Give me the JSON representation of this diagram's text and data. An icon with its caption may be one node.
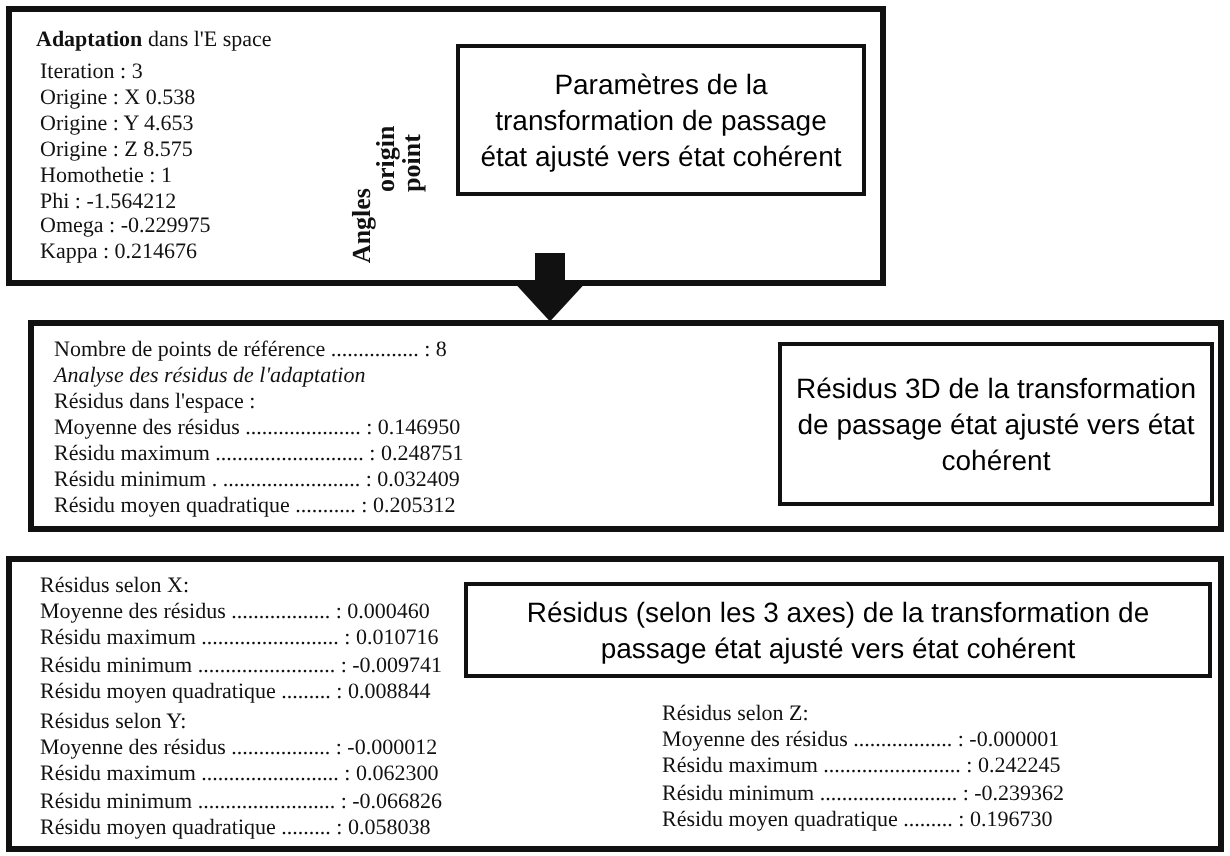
{
  "diagram": {
    "nodes": [
      {
        "text": [
          "**Adaptation** dans l'E space",
          "Iteration : 3",
          "Origine : X 0.538",
          "Origine : Y 4.653",
          "Origine : Z 8.575",
          "Homothetie : 1",
          "Phi : -1.564212",
          "Omega : -0.229975",
          "Kappa : 0.214676",
          "origin point",
          "Angles"
        ]
      },
      {
        "text": [
          "Paramètres de la transformation de passage état ajusté vers état cohérent"
        ],
        "in": 0
      },
      {
        "text": [
          "Nombre de points de référence ................ : 8",
          "*Analyse des résidus de l'adaptation*",
          "Résidus dans l'espace :",
          "Moyenne des résidus ..................... : 0.146950",
          "Résidu maximum ........................... : 0.248751",
          "Résidu minimum . ......................... : 0.032409",
          "Résidu moyen quadratique ........... : 0.205312"
        ]
      },
      {
        "text": [
          "Résidus 3D de la transformation de passage état ajusté vers état cohérent"
        ],
        "in": 2
      },
      {
        "text": [
          "Résidus selon X:",
          "Moyenne des résidus .................. : 0.000460",
          "Résidu maximum ......................... : 0.010716",
          "Résidu minimum ......................... : -0.009741",
          "Résidu moyen quadratique ......... : 0.008844",
          "Résidus selon Y:",
          "Moyenne des résidus .................. : -0.000012",
          "Résidu maximum ......................... : 0.062300",
          "Résidu minimum ......................... : -0.066826",
          "Résidu moyen quadratique ......... : 0.058038",
          "Résidus selon Z:",
          "Moyenne des résidus .................. : -0.000001",
          "Résidu maximum ......................... : 0.242245",
          "Résidu minimum ......................... : -0.239362",
          "Résidu moyen quadratique ......... : 0.196730"
        ]
      },
      {
        "text": [
          "Résidus (selon les 3 axes) de la transformation de passage état ajusté vers état cohérent"
        ],
        "in": 4
      }
    ],
    "edges": [
      {
        "from": 0,
        "to": 2,
        "arrow": "to",
        "style": "thick"
      }
    ]
  }
}
